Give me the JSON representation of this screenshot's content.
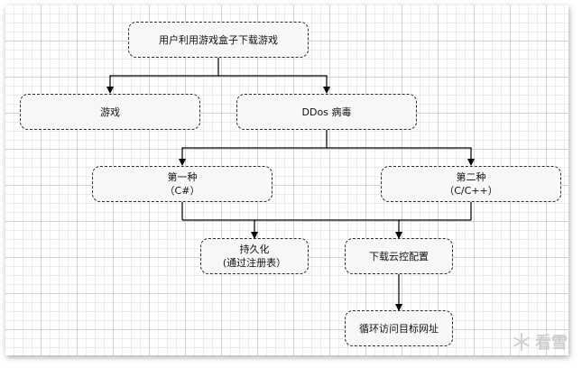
{
  "nodes": {
    "root": {
      "line1": "用户利用游戏盒子下载游戏"
    },
    "game": {
      "line1": "游戏"
    },
    "ddos": {
      "line1": "DDos 病毒"
    },
    "type1": {
      "line1": "第一种",
      "line2": "（C#）"
    },
    "type2": {
      "line1": "第二种",
      "line2": "（C/C++）"
    },
    "persist": {
      "line1": "持久化",
      "line2": "(通过注册表）"
    },
    "download": {
      "line1": "下载云控配置"
    },
    "loop": {
      "line1": "循环访问目标网址"
    }
  },
  "edges": [
    {
      "from": "root",
      "to": "game"
    },
    {
      "from": "root",
      "to": "ddos"
    },
    {
      "from": "ddos",
      "to": "type1"
    },
    {
      "from": "ddos",
      "to": "type2"
    },
    {
      "from": "type1",
      "to": "persist"
    },
    {
      "from": "type1",
      "to": "download"
    },
    {
      "from": "type2",
      "to": "persist"
    },
    {
      "from": "type2",
      "to": "download"
    },
    {
      "from": "download",
      "to": "loop"
    }
  ],
  "watermark": {
    "text": "看雪",
    "icon": "snowflake-icon"
  },
  "colors": {
    "node_fill": "#f7f7f7",
    "node_border": "#2b2b2b",
    "edge": "#000000"
  }
}
